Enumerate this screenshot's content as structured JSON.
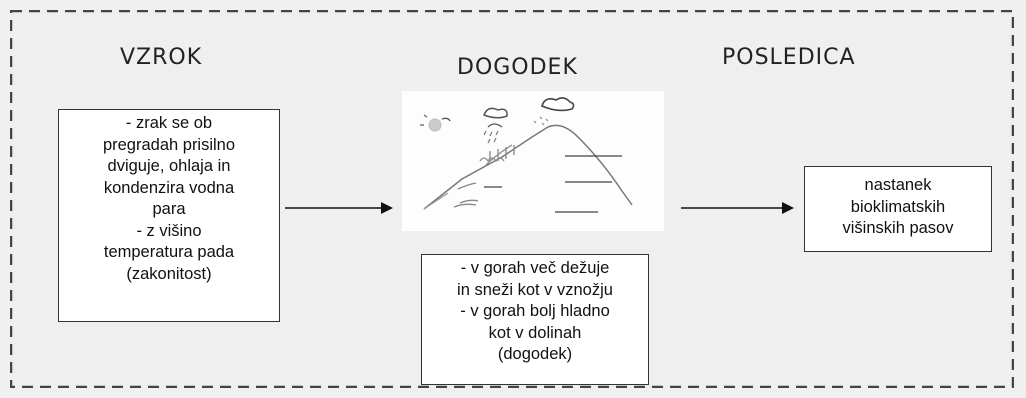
{
  "headings": {
    "cause": "VZROK",
    "event": "DOGODEK",
    "consequence": "POSLEDICA"
  },
  "cause_box": {
    "lines": [
      "- zrak se ob",
      "pregradah prisilno",
      "dviguje, ohlaja in",
      "kondenzira vodna",
      "para",
      "- z višino",
      "temperatura pada",
      "(zakonitost)"
    ]
  },
  "event_box": {
    "lines": [
      "- v gorah več dežuje",
      "in sneži kot v vznožju",
      "- v gorah bolj hladno",
      "kot v dolinah",
      "(dogodek)"
    ]
  },
  "consequence_box": {
    "lines": [
      "nastanek",
      "bioklimatskih",
      "višinskih pasov"
    ]
  },
  "colors": {
    "border": "#333333",
    "background": "#efefef",
    "box": "#ffffff"
  },
  "icons": [
    "mountain-sketch",
    "sun-icon",
    "rain-cloud-icon",
    "snow-cloud-icon",
    "arrow-right-icon"
  ]
}
